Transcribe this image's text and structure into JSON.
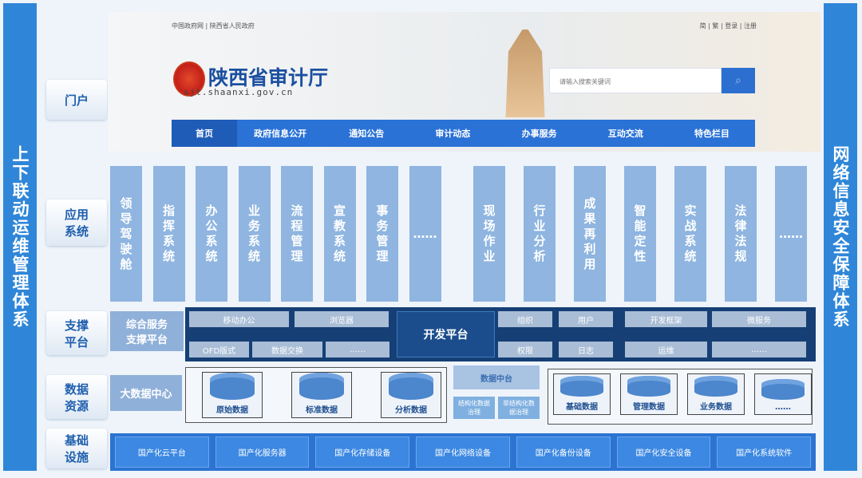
{
  "left_bar": "上下联动运维管理体系",
  "right_bar": "网络信息安全保障体系",
  "row_labels": [
    "门户",
    "应用系统",
    "支撑平台",
    "数据资源",
    "基础设施"
  ],
  "portal": {
    "top_links_left": "中国政府网 | 陕西省人民政府",
    "top_links_right": "简 | 繁 | 登录 | 注册",
    "site_name": "陕西省审计厅",
    "site_url": "sjt.shaanxi.gov.cn",
    "search_placeholder": "请输入搜索关键词",
    "nav": [
      "首页",
      "政府信息公开",
      "通知公告",
      "审计动态",
      "办事服务",
      "互动交流",
      "特色栏目"
    ]
  },
  "apps_left": [
    "领导驾驶舱",
    "指挥系统",
    "办公系统",
    "业务系统",
    "流程管理",
    "宣教系统",
    "事务管理",
    "……"
  ],
  "apps_right": [
    "现场作业",
    "行业分析",
    "成果再利用",
    "智能定性",
    "实战系统",
    "法律法规",
    "……"
  ],
  "support": {
    "label": "综合服务支撑平台",
    "dev_platform": "开发平台",
    "left_top": [
      "移动办公",
      "浏览器"
    ],
    "left_bottom": [
      "OFD版式",
      "数据交换",
      "……"
    ],
    "right_top": [
      "组织",
      "用户",
      "开发框架",
      "微服务"
    ],
    "right_bottom": [
      "权限",
      "日志",
      "运维",
      "……"
    ]
  },
  "data": {
    "label": "大数据中心",
    "group1": [
      "原始数据",
      "标准数据",
      "分析数据"
    ],
    "middle": "数据中台",
    "governance": [
      "结构化数据治理",
      "非结构化数据治理"
    ],
    "group2": [
      "基础数据",
      "管理数据",
      "业务数据",
      "……"
    ]
  },
  "infra": [
    "国产化云平台",
    "国产化服务器",
    "国产化存储设备",
    "国产化网络设备",
    "国产化备份设备",
    "国产化安全设备",
    "国产化系统软件"
  ]
}
